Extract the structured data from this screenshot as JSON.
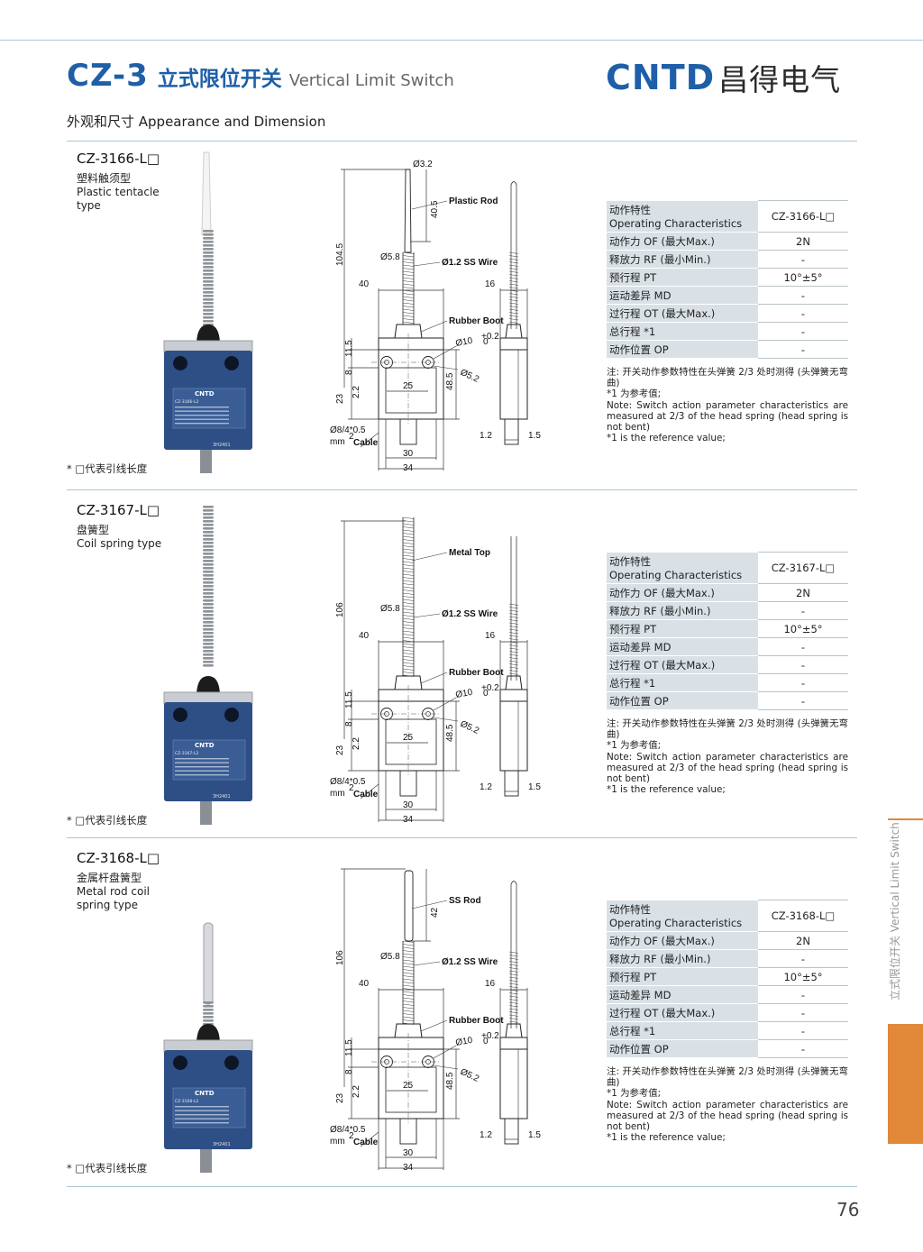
{
  "header": {
    "code": "CZ-3",
    "title_cn": "立式限位开关",
    "title_en": "Vertical Limit Switch",
    "brand_latin": "CNTD",
    "brand_cn": "昌得电气"
  },
  "section": {
    "title": "外观和尺寸 Appearance and Dimension"
  },
  "colors": {
    "brand_blue": "#1f5fa8",
    "rule": "#a9c7d8",
    "tab_orange": "#e28839",
    "table_shade": "#d9e1e6",
    "switch_body": "#2e4f86"
  },
  "models": [
    {
      "name": "CZ-3166-L□",
      "type_cn": "塑料触须型",
      "type_en": "Plastic tentacle type",
      "rod_label": "Plastic Rod",
      "rod_length": "40.5",
      "rod_dia": "Ø3.2",
      "total_height": "104.5",
      "footnote": "* □代表引线长度",
      "device_model_text": "CZ-3166-L2",
      "spec_table": {
        "header_key_cn": "动作特性",
        "header_key_en": "Operating Characteristics",
        "header_value": "CZ-3166-L□",
        "rows": [
          {
            "key": "动作力 OF (最大Max.)",
            "value": "2N"
          },
          {
            "key": "释放力 RF (最小Min.)",
            "value": "-"
          },
          {
            "key": "预行程 PT",
            "value": "10°±5°"
          },
          {
            "key": "运动差异 MD",
            "value": "-"
          },
          {
            "key": "过行程 OT (最大Max.)",
            "value": "-"
          },
          {
            "key": "总行程 *1",
            "value": "-"
          },
          {
            "key": "动作位置 OP",
            "value": "-"
          }
        ]
      },
      "notes": [
        "注: 开关动作参数特性在头弹簧 2/3 处时测得 (头弹簧无弯曲)",
        "*1 为参考值;",
        "Note: Switch action parameter characteristics are measured at 2/3 of the head spring (head spring is not bent)",
        "*1 is the reference value;"
      ]
    },
    {
      "name": "CZ-3167-L□",
      "type_cn": "盘簧型",
      "type_en": "Coil spring type",
      "rod_label": "Metal Top",
      "rod_length": "",
      "rod_dia": "",
      "total_height": "106",
      "footnote": "* □代表引线长度",
      "device_model_text": "CZ-3167-L2",
      "spec_table": {
        "header_key_cn": "动作特性",
        "header_key_en": "Operating Characteristics",
        "header_value": "CZ-3167-L□",
        "rows": [
          {
            "key": "动作力 OF (最大Max.)",
            "value": "2N"
          },
          {
            "key": "释放力 RF (最小Min.)",
            "value": "-"
          },
          {
            "key": "预行程 PT",
            "value": "10°±5°"
          },
          {
            "key": "运动差异 MD",
            "value": "-"
          },
          {
            "key": "过行程 OT (最大Max.)",
            "value": "-"
          },
          {
            "key": "总行程 *1",
            "value": "-"
          },
          {
            "key": "动作位置 OP",
            "value": "-"
          }
        ]
      },
      "notes": [
        "注: 开关动作参数特性在头弹簧 2/3 处时测得 (头弹簧无弯曲)",
        "*1 为参考值;",
        "Note: Switch action parameter characteristics are measured at 2/3 of the head spring (head spring is not bent)",
        "*1 is the reference value;"
      ]
    },
    {
      "name": "CZ-3168-L□",
      "type_cn": "金属杆盘簧型",
      "type_en": "Metal rod coil spring type",
      "rod_label": "SS Rod",
      "rod_length": "42",
      "rod_dia": "",
      "total_height": "106",
      "footnote": "* □代表引线长度",
      "device_model_text": "CZ-3168-L2",
      "spec_table": {
        "header_key_cn": "动作特性",
        "header_key_en": "Operating Characteristics",
        "header_value": "CZ-3168-L□",
        "rows": [
          {
            "key": "动作力 OF (最大Max.)",
            "value": "2N"
          },
          {
            "key": "释放力 RF (最小Min.)",
            "value": "-"
          },
          {
            "key": "预行程 PT",
            "value": "10°±5°"
          },
          {
            "key": "运动差异 MD",
            "value": "-"
          },
          {
            "key": "过行程 OT (最大Max.)",
            "value": "-"
          },
          {
            "key": "总行程 *1",
            "value": "-"
          },
          {
            "key": "动作位置 OP",
            "value": "-"
          }
        ]
      },
      "notes": [
        "注: 开关动作参数特性在头弹簧 2/3 处时测得 (头弹簧无弯曲)",
        "*1 为参考值;",
        "Note: Switch action parameter characteristics are measured at 2/3 of the head spring (head spring is not bent)",
        "*1 is the reference value;"
      ]
    }
  ],
  "drawing_common": {
    "spring_dia": "Ø5.8",
    "wire": "Ø1.2 SS Wire",
    "boot": "Rubber Boot",
    "width_left": "40",
    "width_right": "16",
    "dim_11_5": "11.5",
    "dim_8": "8",
    "dim_23": "23",
    "dim_2_2": "2.2",
    "dim_25": "25",
    "dim_48_5": "48.5",
    "hole_big": "Ø10",
    "hole_big_tol": "+0.2",
    "hole_big_tol2": "0",
    "hole_small": "Ø5.2",
    "cable_1": "Ø8/4*0.5",
    "cable_2": "mm",
    "cable_sup": "2",
    "cable_3": "Cable",
    "base_30": "30",
    "base_34": "34",
    "side_1_2": "1.2",
    "side_1_5": "1.5"
  },
  "device_label": {
    "brand": "CNTD",
    "serial": "3H2401"
  },
  "side_tab": {
    "text": "立式限位开关 Vertical Limit Switch"
  },
  "page_number": "76"
}
